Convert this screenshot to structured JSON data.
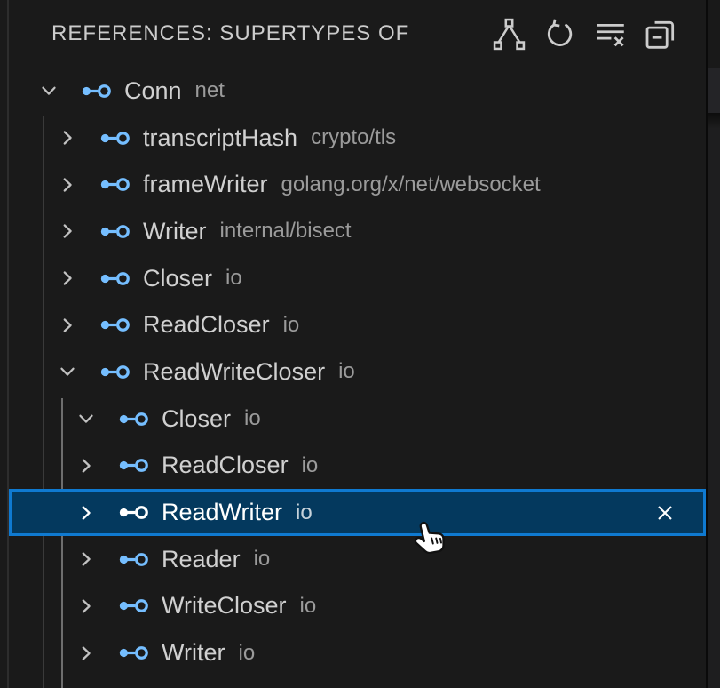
{
  "panel": {
    "title": "REFERENCES: SUPERTYPES OF",
    "actions": [
      {
        "name": "show-type-hierarchy",
        "icon": "type-hierarchy-icon"
      },
      {
        "name": "refresh",
        "icon": "refresh-icon"
      },
      {
        "name": "clear-results",
        "icon": "clear-results-icon"
      },
      {
        "name": "collapse-all",
        "icon": "collapse-all-icon"
      }
    ]
  },
  "tree": {
    "rows": [
      {
        "label": "Conn",
        "description": "net",
        "depth": 0,
        "expanded": true,
        "selected": false
      },
      {
        "label": "transcriptHash",
        "description": "crypto/tls",
        "depth": 1,
        "expanded": false,
        "selected": false
      },
      {
        "label": "frameWriter",
        "description": "golang.org/x/net/websocket",
        "depth": 1,
        "expanded": false,
        "selected": false
      },
      {
        "label": "Writer",
        "description": "internal/bisect",
        "depth": 1,
        "expanded": false,
        "selected": false
      },
      {
        "label": "Closer",
        "description": "io",
        "depth": 1,
        "expanded": false,
        "selected": false
      },
      {
        "label": "ReadCloser",
        "description": "io",
        "depth": 1,
        "expanded": false,
        "selected": false
      },
      {
        "label": "ReadWriteCloser",
        "description": "io",
        "depth": 1,
        "expanded": true,
        "selected": false
      },
      {
        "label": "Closer",
        "description": "io",
        "depth": 2,
        "expanded": true,
        "selected": false
      },
      {
        "label": "ReadCloser",
        "description": "io",
        "depth": 2,
        "expanded": false,
        "selected": false
      },
      {
        "label": "ReadWriter",
        "description": "io",
        "depth": 2,
        "expanded": false,
        "selected": true,
        "close_button": true
      },
      {
        "label": "Reader",
        "description": "io",
        "depth": 2,
        "expanded": false,
        "selected": false
      },
      {
        "label": "WriteCloser",
        "description": "io",
        "depth": 2,
        "expanded": false,
        "selected": false
      },
      {
        "label": "Writer",
        "description": "io",
        "depth": 2,
        "expanded": false,
        "selected": false
      }
    ]
  },
  "colors": {
    "background": "#1a1a1a",
    "selection_background": "#04395e",
    "focus_border": "#0f7ad1",
    "interface_icon_color": "#75beff",
    "label_color": "#d0d0d0",
    "description_color": "#9b9b9b",
    "title_color": "#cccccc"
  },
  "cursor": {
    "type": "pointing-hand"
  }
}
